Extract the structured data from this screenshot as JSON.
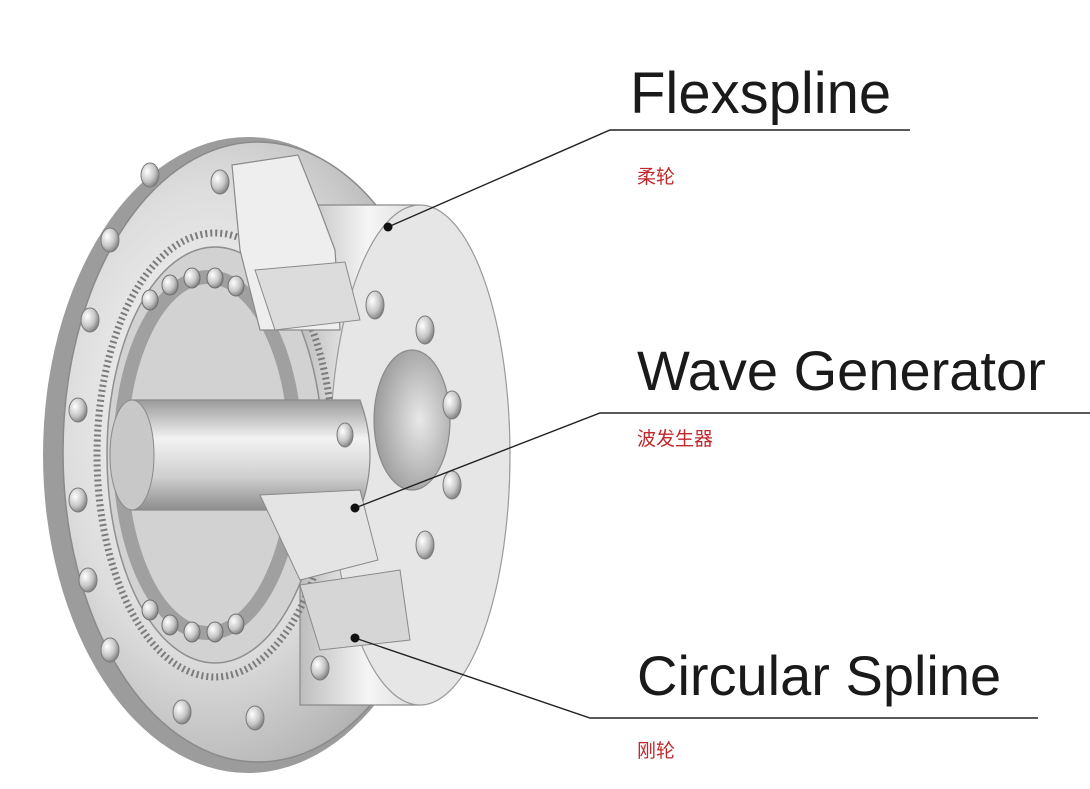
{
  "labels": {
    "flexspline": {
      "en": "Flexspline",
      "cn": "柔轮"
    },
    "wave_generator": {
      "en": "Wave Generator",
      "cn": "波发生器"
    },
    "circular_spline": {
      "en": "Circular Spline",
      "cn": "刚轮"
    }
  },
  "colors": {
    "leader_line": "#222222",
    "label_cn": "#c0282c",
    "metal_light": "#f4f4f4",
    "metal_mid": "#c9c9c9",
    "metal_dark": "#8a8a8a"
  }
}
